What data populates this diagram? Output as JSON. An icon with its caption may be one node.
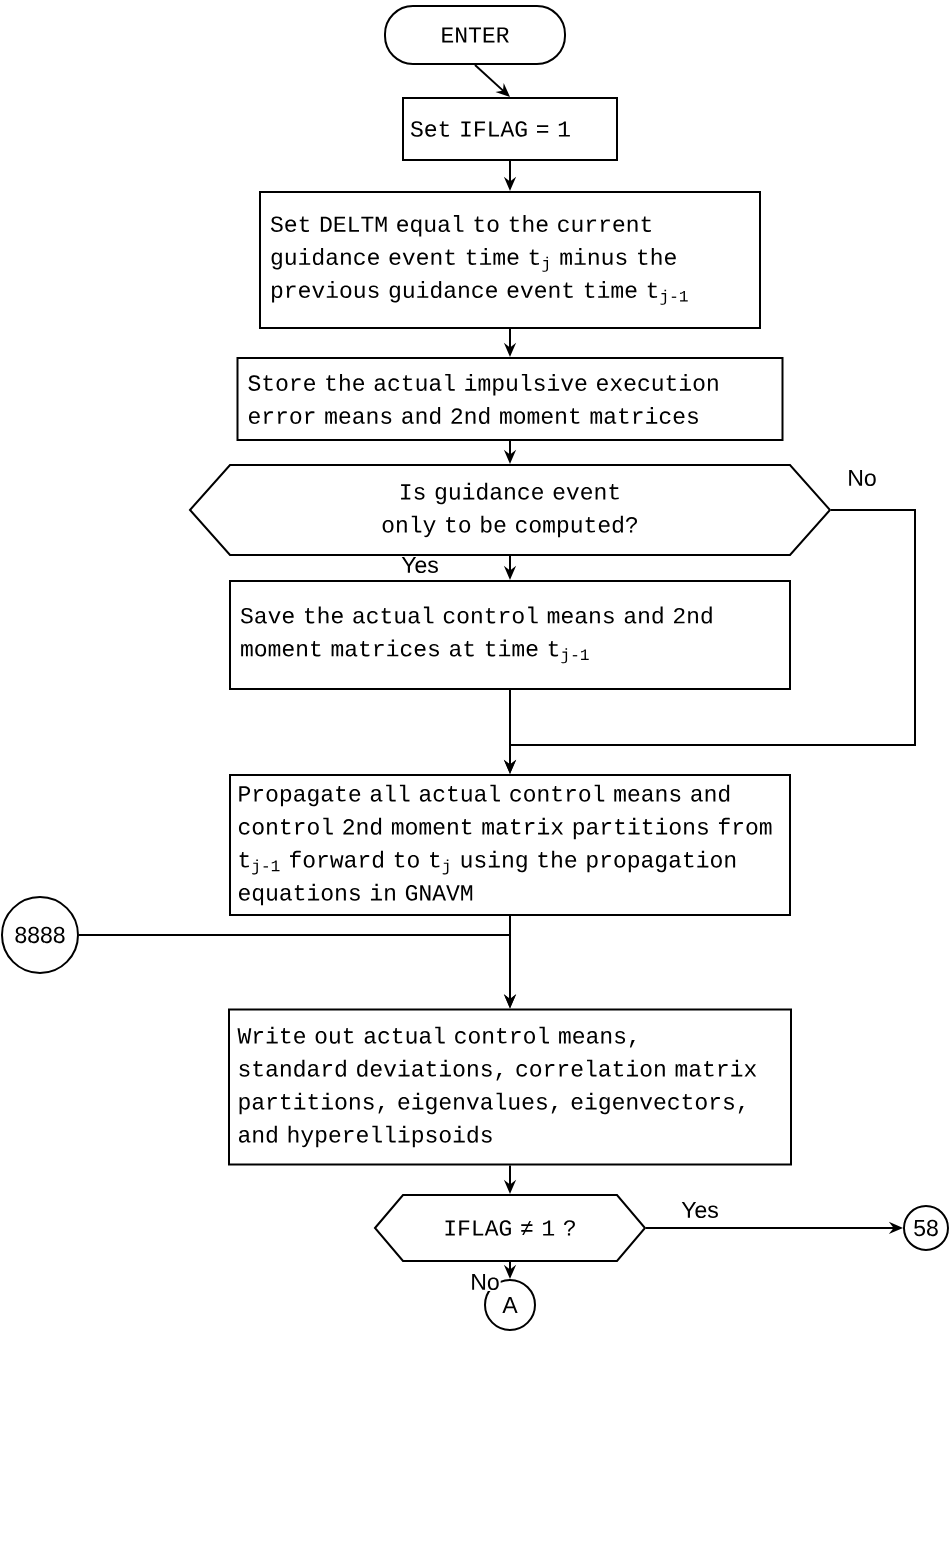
{
  "diagram": {
    "nodes": [
      {
        "text": [
          "ENTER"
        ]
      },
      {
        "text": [
          "Set IFLAG = 1"
        ]
      },
      {
        "text": [
          "Set DELTM equal to the current guidance event time t$_{j}$ minus the previous guidance event time t$_{j-1}$"
        ]
      },
      {
        "text": [
          "Store the actual impulsive execution error means and 2nd moment matrices"
        ]
      },
      {
        "text": [
          "Is guidance event only to be computed?"
        ]
      },
      {
        "text": [
          "Save the actual control means and 2nd moment matrices at time t$_{j-1}$"
        ]
      },
      {
        "text": [
          "Propagate all actual control means and control 2nd moment matrix partitions from t$_{j-1}$ forward to t$_{j}$ using the propagation equations in GNAVM"
        ]
      },
      {
        "text": [
          "8888"
        ]
      },
      {
        "text": [
          "Write out actual control means, standard deviations, correlation matrix partitions, eigenvalues, eigenvectors, and hyperellipsoids"
        ]
      },
      {
        "text": [
          "IFLAG ≠ 1 ?"
        ]
      },
      {
        "text": [
          "58"
        ]
      },
      {
        "text": [
          "A"
        ]
      }
    ],
    "edges": [
      {
        "from": 0,
        "to": 1,
        "arrow": "to"
      },
      {
        "from": 1,
        "to": 2,
        "arrow": "to"
      },
      {
        "from": 2,
        "to": 3,
        "arrow": "to"
      },
      {
        "from": 3,
        "to": 4,
        "arrow": "to"
      },
      {
        "from": 4,
        "to": 5,
        "arrow": "to",
        "label": "Yes"
      },
      {
        "from": 4,
        "to": 6,
        "arrow": "to",
        "label": "No"
      },
      {
        "from": 5,
        "to": 6,
        "arrow": "to"
      },
      {
        "from": 6,
        "to": 8,
        "arrow": "to"
      },
      {
        "from": 7,
        "to": 8,
        "arrow": "to"
      },
      {
        "from": 8,
        "to": 9,
        "arrow": "to"
      },
      {
        "from": 9,
        "to": 10,
        "arrow": "to",
        "label": "Yes"
      },
      {
        "from": 9,
        "to": 11,
        "arrow": "to",
        "label": "No"
      }
    ]
  }
}
